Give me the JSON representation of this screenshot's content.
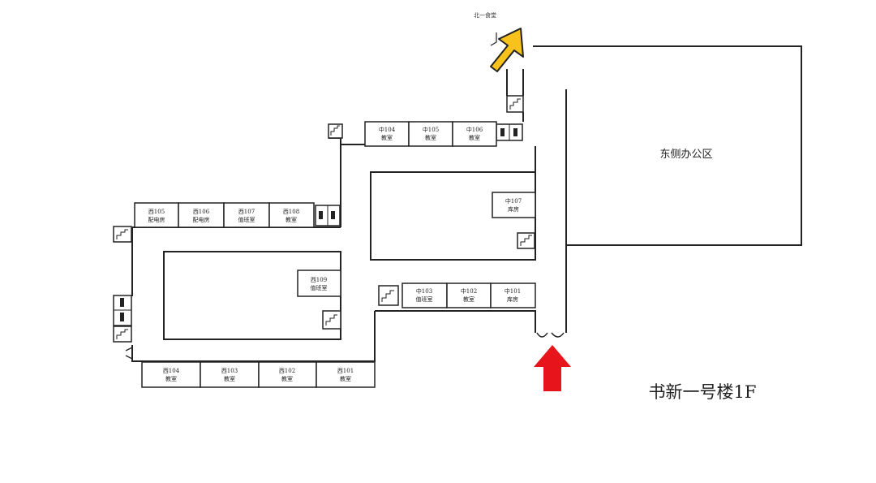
{
  "title": "书新一号楼1F",
  "north_canteen": "北一食堂",
  "east_office": "东侧办公区",
  "rooms": {
    "w105": {
      "code": "西105",
      "name": "配电房"
    },
    "w106": {
      "code": "西106",
      "name": "配电房"
    },
    "w107": {
      "code": "西107",
      "name": "值班室"
    },
    "w108": {
      "code": "西108",
      "name": "教室"
    },
    "w109": {
      "code": "西109",
      "name": "值班室"
    },
    "w104": {
      "code": "西104",
      "name": "教室"
    },
    "w103": {
      "code": "西103",
      "name": "教室"
    },
    "w102": {
      "code": "西102",
      "name": "教室"
    },
    "w101": {
      "code": "西101",
      "name": "教室"
    },
    "m104": {
      "code": "中104",
      "name": "教室"
    },
    "m105": {
      "code": "中105",
      "name": "教室"
    },
    "m106": {
      "code": "中106",
      "name": "教室"
    },
    "m107": {
      "code": "中107",
      "name": "库房"
    },
    "m103": {
      "code": "中103",
      "name": "值班室"
    },
    "m102": {
      "code": "中102",
      "name": "教室"
    },
    "m101": {
      "code": "中101",
      "name": "库房"
    }
  },
  "colors": {
    "entrance_arrow": "#e8141c",
    "pointer_arrow": "#f7c21b",
    "walls": "#222222"
  },
  "icons": [
    "stairs-icon",
    "restroom-icon",
    "entrance-arrow-icon",
    "pointer-arrow-icon"
  ]
}
